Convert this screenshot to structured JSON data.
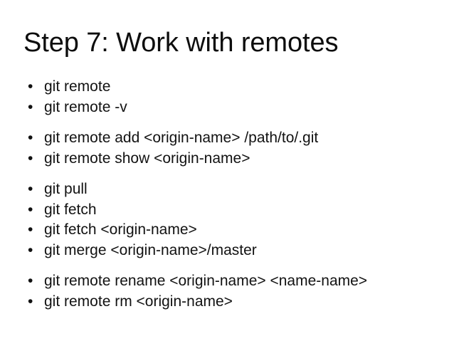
{
  "slide": {
    "title": "Step 7: Work with remotes",
    "bullet_marker": "•",
    "groups": [
      {
        "items": [
          "git remote",
          "git remote -v"
        ]
      },
      {
        "items": [
          "git remote add <origin-name> /path/to/.git",
          "git remote show <origin-name>"
        ]
      },
      {
        "items": [
          "git pull",
          "git fetch",
          "git fetch <origin-name>",
          "git merge <origin-name>/master"
        ]
      },
      {
        "items": [
          "git remote rename <origin-name> <name-name>",
          "git remote rm <origin-name>"
        ]
      }
    ]
  },
  "colors": {
    "background": "#ffffff",
    "text": "#121212",
    "title": "#0d0d0d"
  }
}
